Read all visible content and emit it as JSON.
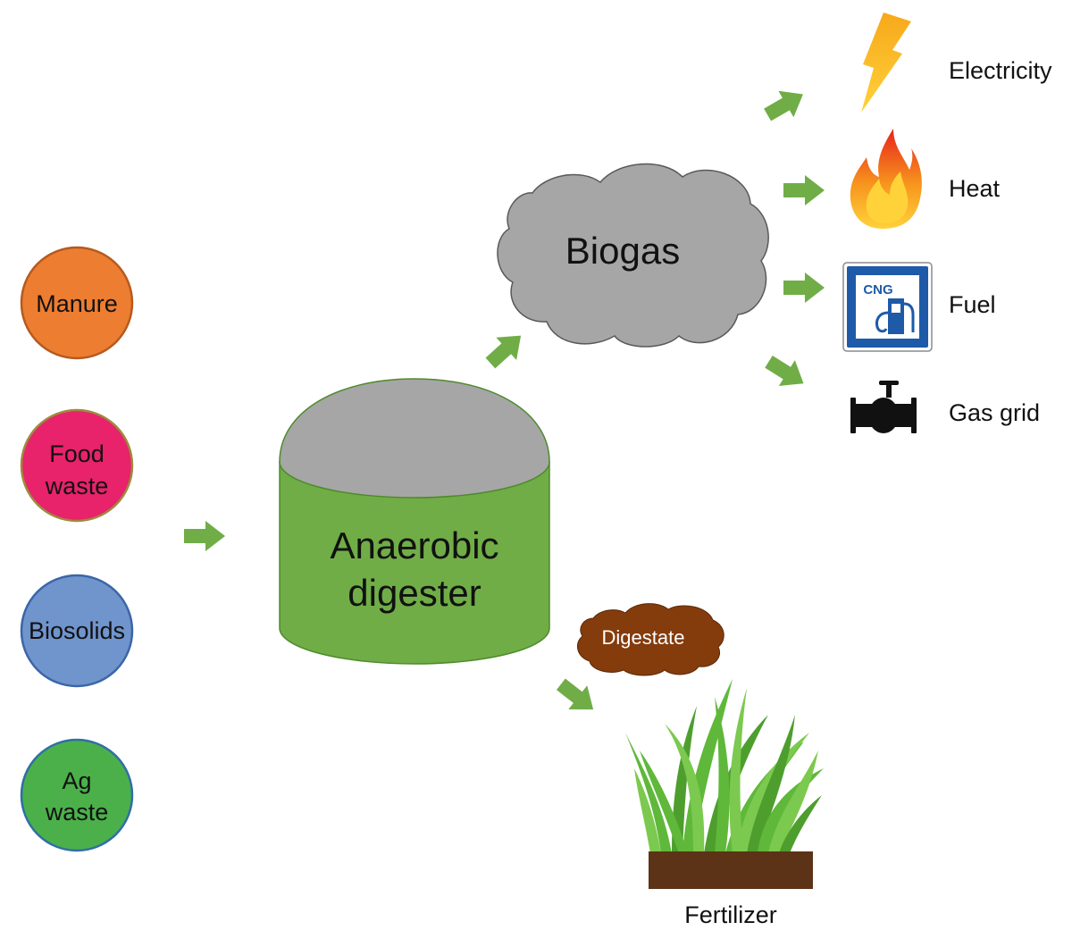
{
  "feedstocks": [
    {
      "lines": [
        "Manure"
      ],
      "color": "#ED7D31",
      "stroke": "#B55A1F"
    },
    {
      "lines": [
        "Food",
        "waste"
      ],
      "color": "#E8226B",
      "stroke": "#9E8A3E"
    },
    {
      "lines": [
        "Biosolids"
      ],
      "color": "#7094CC",
      "stroke": "#3A66A8"
    },
    {
      "lines": [
        "Ag",
        "waste"
      ],
      "color": "#4BB04A",
      "stroke": "#2F6FA6"
    }
  ],
  "digester": {
    "line1": "Anaerobic",
    "line2": "digester",
    "body_color": "#70AD47",
    "dome_color": "#A6A6A6"
  },
  "biogas": {
    "label": "Biogas",
    "color": "#A6A6A6"
  },
  "digestate": {
    "label": "Digestate",
    "color": "#843C0C"
  },
  "fertilizer": {
    "label": "Fertilizer"
  },
  "cng_sign": {
    "text": "CNG"
  },
  "products": [
    {
      "label": "Electricity",
      "icon": "lightning-icon"
    },
    {
      "label": "Heat",
      "icon": "flame-icon"
    },
    {
      "label": "Fuel",
      "icon": "cng-pump-icon"
    },
    {
      "label": "Gas grid",
      "icon": "pipe-valve-icon"
    }
  ],
  "colors": {
    "arrow": "#70AD47",
    "soil": "#5C3317",
    "grass": "#5FB83A"
  }
}
